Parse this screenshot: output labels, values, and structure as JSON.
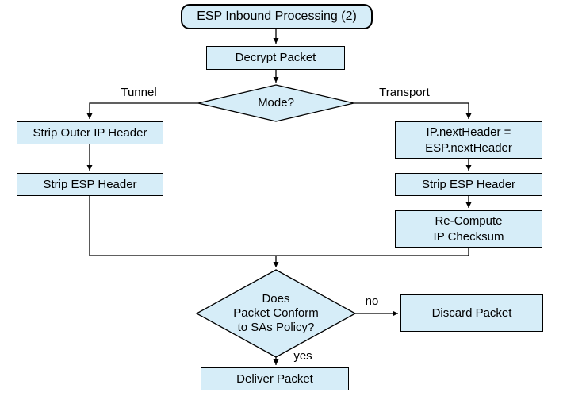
{
  "diagram": {
    "title": "ESP Inbound Processing (2)",
    "colors": {
      "node_fill": "#D6EDF8",
      "node_border": "#000000",
      "connector": "#000000",
      "background": "#FFFFFF"
    },
    "nodes": {
      "start": {
        "label": "ESP Inbound Processing (2)",
        "shape": "rounded-rect"
      },
      "decrypt": {
        "label": "Decrypt Packet",
        "shape": "rect"
      },
      "mode": {
        "label": "Mode?",
        "shape": "diamond"
      },
      "strip_outer_ip": {
        "label": "Strip Outer IP Header",
        "shape": "rect"
      },
      "strip_esp_tunnel": {
        "label": "Strip ESP Header",
        "shape": "rect"
      },
      "ip_next_header": {
        "label": "IP.nextHeader =\nESP.nextHeader",
        "shape": "rect"
      },
      "strip_esp_transport": {
        "label": "Strip ESP Header",
        "shape": "rect"
      },
      "recompute_checksum": {
        "label": "Re-Compute\nIP Checksum",
        "shape": "rect"
      },
      "policy_check": {
        "label": "Does\nPacket Conform\nto SAs Policy?",
        "shape": "diamond"
      },
      "discard": {
        "label": "Discard Packet",
        "shape": "rect"
      },
      "deliver": {
        "label": "Deliver Packet",
        "shape": "rect"
      }
    },
    "edge_labels": {
      "tunnel": "Tunnel",
      "transport": "Transport",
      "no": "no",
      "yes": "yes"
    }
  }
}
